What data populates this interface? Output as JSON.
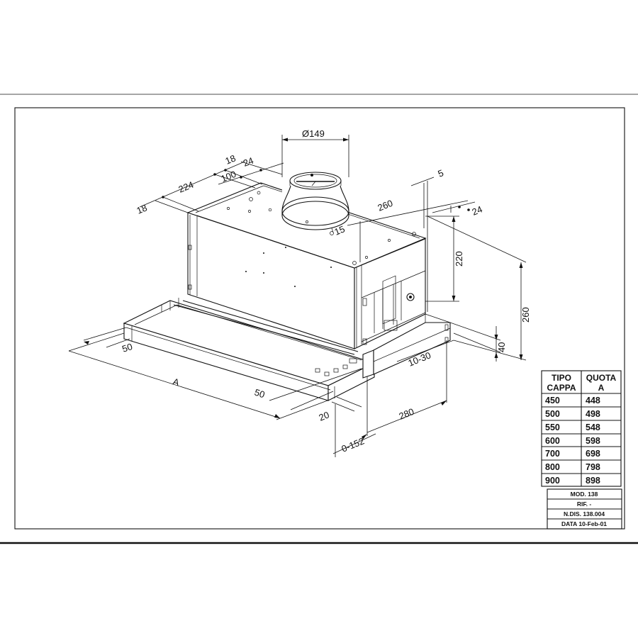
{
  "dimensions": {
    "duct_diameter": "Ø149",
    "d18_top": "18",
    "d24_top": "24",
    "d224": "224",
    "d100": "100",
    "d18_left": "18",
    "d5": "5",
    "d260_top": "260",
    "d24_right": "24",
    "d15": "15",
    "d220": "220",
    "d260_right": "260",
    "d40": "40",
    "d10_30": "10-30",
    "d50_left": "50",
    "dA": "A",
    "d50_front": "50",
    "d20": "20",
    "d280": "280",
    "d0_152": "0-152"
  },
  "table": {
    "headers": [
      [
        "TIPO",
        "CAPPA"
      ],
      [
        "QUOTA",
        "A"
      ]
    ],
    "rows": [
      [
        "450",
        "448"
      ],
      [
        "500",
        "498"
      ],
      [
        "550",
        "548"
      ],
      [
        "600",
        "598"
      ],
      [
        "700",
        "698"
      ],
      [
        "800",
        "798"
      ],
      [
        "900",
        "898"
      ]
    ]
  },
  "title_block": {
    "mod": "MOD. 138",
    "rif": "RIF. -",
    "ndis": "N.DIS. 138.004",
    "data": "DATA 10-Feb-01"
  }
}
